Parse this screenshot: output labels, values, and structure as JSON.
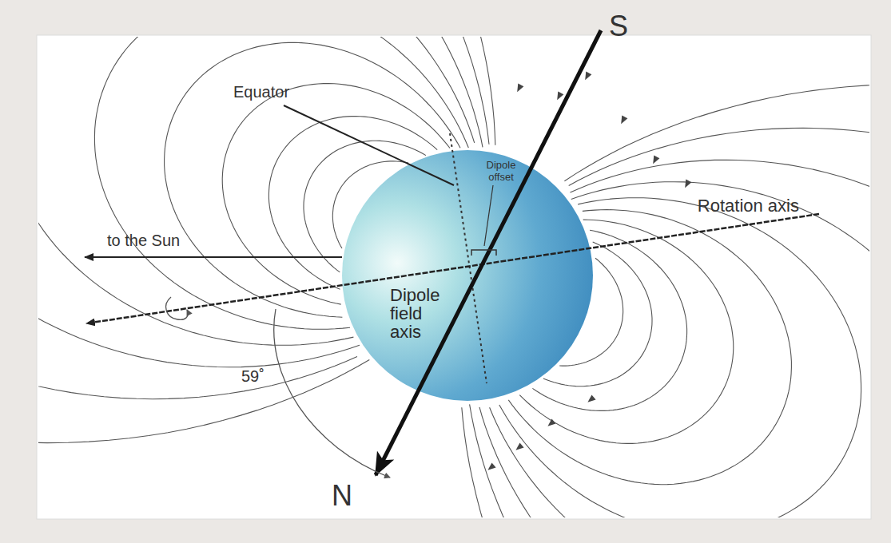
{
  "diagram": {
    "labels": [
      "Equator",
      "Dipole offset",
      "Rotation axis",
      "to the Sun",
      "Dipole field axis",
      "59˚",
      "S",
      "N"
    ]
  }
}
